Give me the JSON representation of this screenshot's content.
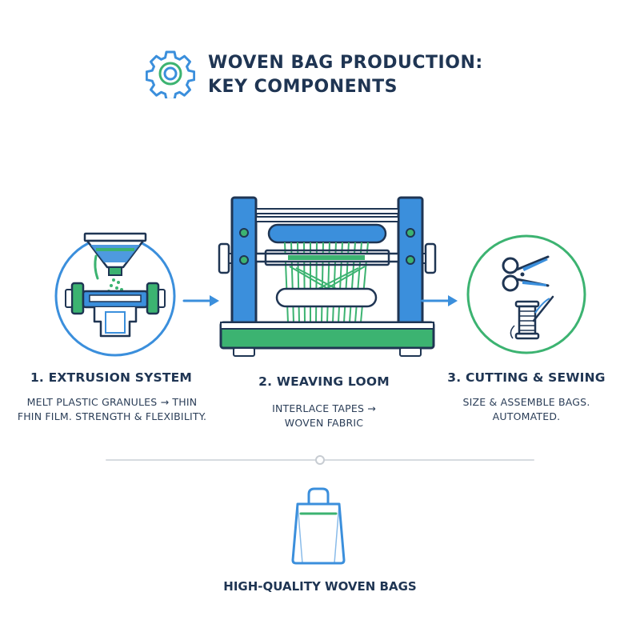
{
  "header": {
    "title_line1": "WOVEN BAG PRODUCTION:",
    "title_line2": "KEY COMPONENTS",
    "icon": "gear-icon"
  },
  "colors": {
    "primary_blue": "#3b8fdc",
    "accent_green": "#3cb371",
    "navy_outline": "#1f3553",
    "text": "#1f3553"
  },
  "steps": [
    {
      "title": "1. EXTRUSION SYSTEM",
      "desc_line1": "MELT PLASTIC GRANULES → THIN",
      "desc_line2": "FHIN FILM. STRENGTH & FLEXIBILITY.",
      "icon": "extruder-icon"
    },
    {
      "title": "2. WEAVING LOOM",
      "desc_line1": "INTERLACE TAPES →",
      "desc_line2": "WOVEN FABRIC",
      "icon": "loom-icon"
    },
    {
      "title": "3. CUTTING & SEWING",
      "desc_line1": "SIZE & ASSEMBLE BAGS.",
      "desc_line2": "AUTOMATED.",
      "icon": "scissors-icon"
    }
  ],
  "result": {
    "label": "HIGH-QUALITY WOVEN BAGS",
    "icon": "shopping-bag-icon"
  }
}
